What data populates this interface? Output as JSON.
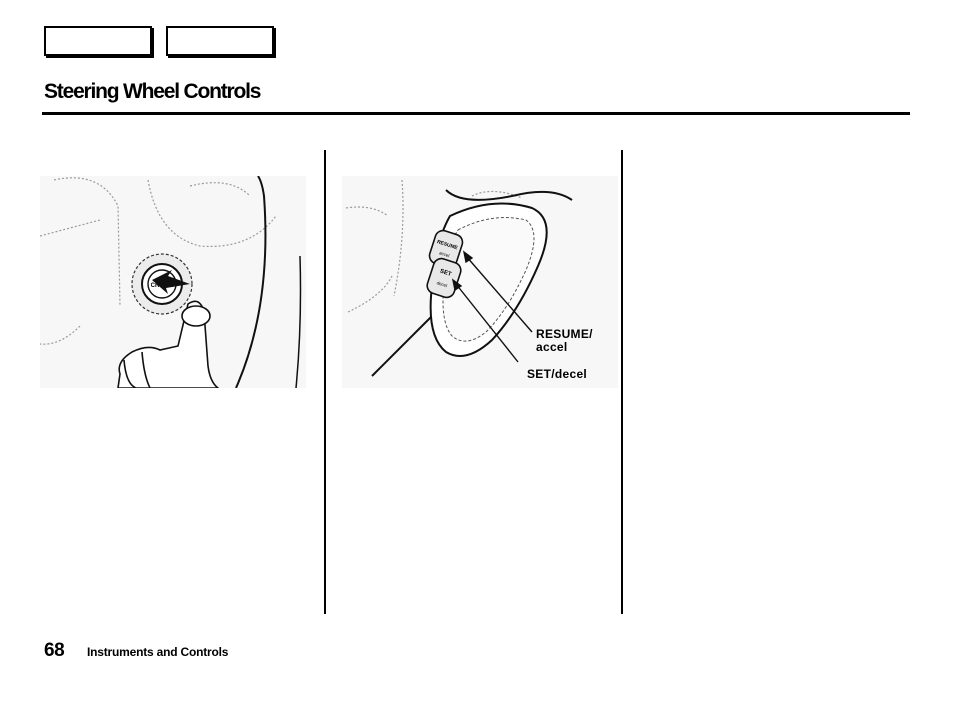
{
  "navigation": {
    "prev_label": "",
    "next_label": ""
  },
  "page": {
    "title": "Steering Wheel Controls",
    "page_number": "68",
    "section": "Instruments and Controls"
  },
  "illustration_left": {
    "button_text": "CRUISE"
  },
  "illustration_right": {
    "button_top_text": "RESUME",
    "button_top_sub": "accel",
    "button_bottom_text": "SET",
    "button_bottom_sub": "decel",
    "callout_resume_line1": "RESUME/",
    "callout_resume_line2": "accel",
    "callout_set": "SET/decel"
  }
}
